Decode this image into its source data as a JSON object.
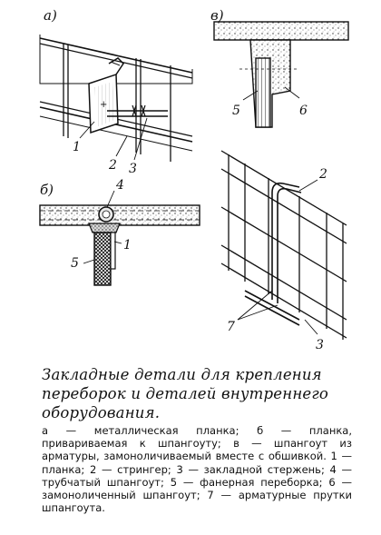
{
  "panels": {
    "a": {
      "letter": "а)",
      "callouts": [
        "1",
        "2",
        "3"
      ]
    },
    "b": {
      "letter": "б)",
      "callouts": [
        "4",
        "1",
        "5"
      ]
    },
    "v": {
      "letter": "в)",
      "callouts": [
        "5",
        "6"
      ]
    },
    "g": {
      "callouts": [
        "2",
        "7",
        "3"
      ]
    }
  },
  "caption": {
    "title": "Закладные детали для крепления переборок и деталей внутреннего оборудования.",
    "legend": "а — металлическая планка; б — планка, привариваемая к шпангоуту; в — шпангоут из арматуры, замоноличиваемый вместе с обшивкой. 1 — планка; 2 — стрингер; 3 — закладной стержень; 4 — трубчатый шпангоут; 5 — фанерная переборка; 6 — замоноличенный шпангоут; 7 — арматурные прутки шпангоута."
  }
}
